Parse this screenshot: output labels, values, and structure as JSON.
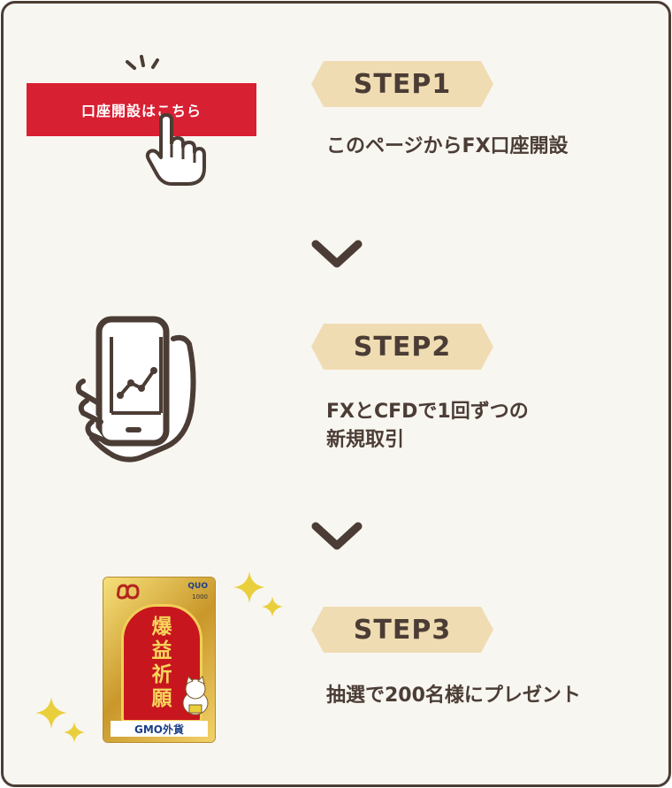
{
  "cta": {
    "label": "口座開設はこちら"
  },
  "steps": [
    {
      "badge": "STEP1",
      "text": "このページからFX口座開設"
    },
    {
      "badge": "STEP2",
      "text": "FXとCFDで1回ずつの\n新規取引"
    },
    {
      "badge": "STEP3",
      "text": "抽選で200名様にプレゼント"
    }
  ],
  "card_image": {
    "quo_mark": "QUO",
    "value": "1000",
    "title_chars": [
      "爆",
      "益",
      "祈",
      "願"
    ],
    "brand": "GMO外貨"
  },
  "colors": {
    "brown": "#4b3d35",
    "badge": "#f0dcb3",
    "cta_red": "#d82033",
    "panel": "#f8f6f1",
    "gold": "#e9cf3c"
  }
}
